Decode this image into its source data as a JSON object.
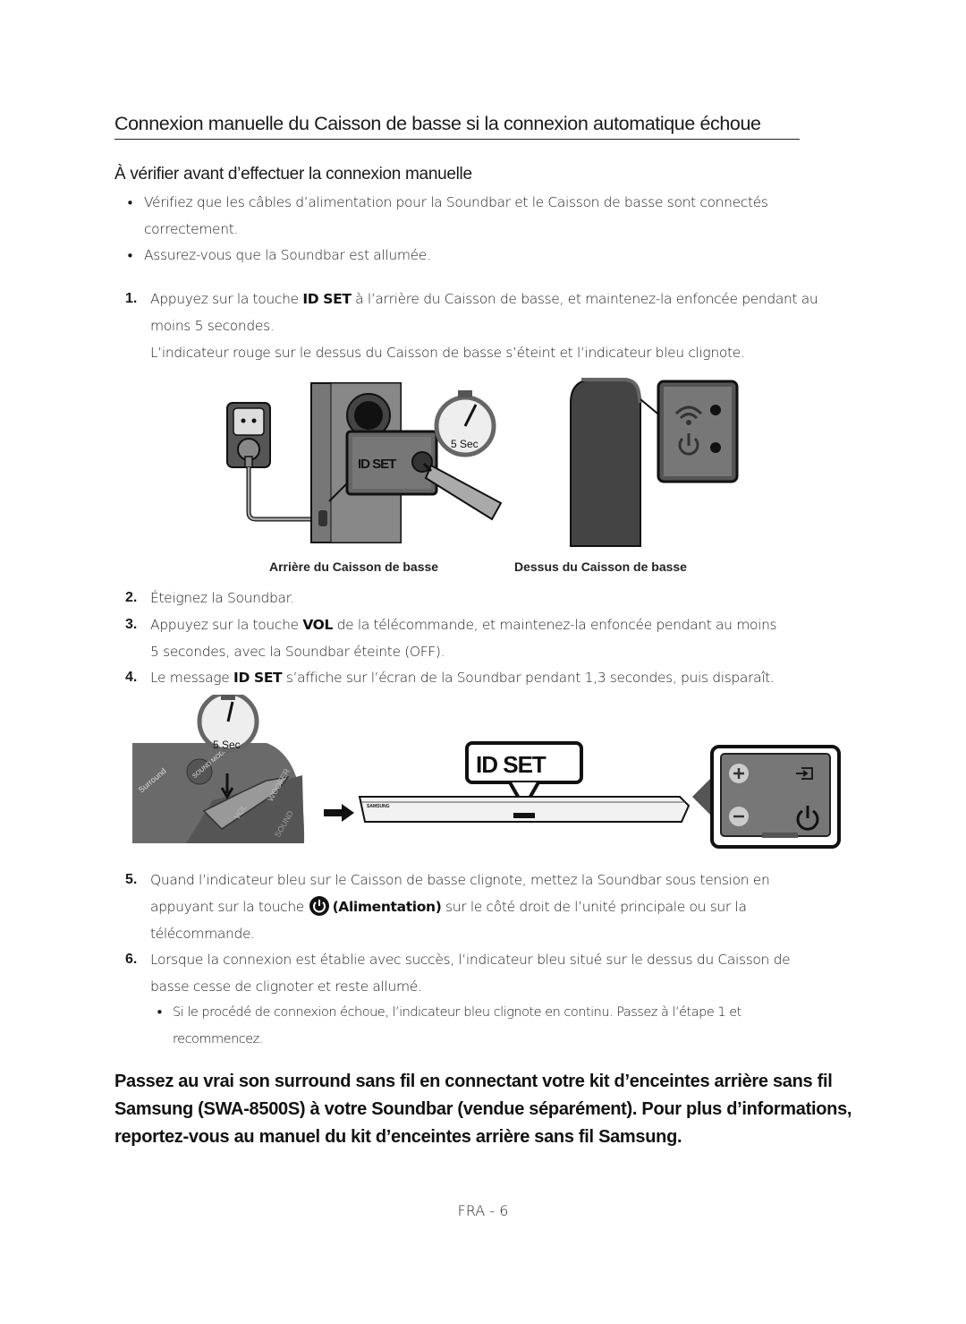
{
  "title": "Connexion manuelle du Caisson de basse si la connexion automatique échoue",
  "subtitle": "À vérifier avant d’effectuer la connexion manuelle",
  "bullets": [
    {
      "line1": "Vérifiez que les câbles d’alimentation pour la Soundbar et le Caisson de basse sont connectés",
      "line2": "correctement."
    },
    {
      "line1": "Assurez-vous que la Soundbar est allumée."
    }
  ],
  "steps": [
    {
      "num": "1.",
      "pre": "Appuyez sur la touche ",
      "bold": "ID SET",
      "post": " à l’arrière du Caisson de basse, et maintenez-la enfoncée pendant au",
      "line2": "moins 5 secondes.",
      "line3": "L’indicateur rouge sur le dessus du Caisson de basse s’éteint et l’indicateur bleu clignote."
    },
    {
      "num": "2.",
      "text": "Éteignez la Soundbar."
    },
    {
      "num": "3.",
      "pre": "Appuyez sur la touche ",
      "bold": "VOL",
      "post": " de la télécommande, et maintenez-la enfoncée pendant au moins",
      "line2": "5 secondes, avec la Soundbar éteinte (OFF)."
    },
    {
      "num": "4.",
      "pre": "Le message ",
      "bold": "ID SET",
      "post": " s’affiche sur l’écran de la Soundbar pendant 1,3 secondes, puis disparaît."
    },
    {
      "num": "5.",
      "line1": "Quand l’indicateur bleu sur le Caisson de basse clignote, mettez la Soundbar sous tension en",
      "pre": "appuyant sur la touche ",
      "bold": "(Alimentation)",
      "post": " sur le côté droit de l’unité principale ou sur la",
      "line3": "télécommande."
    },
    {
      "num": "6.",
      "line1": "Lorsque la connexion est établie avec succès, l’indicateur bleu situé sur le dessus du Caisson de",
      "line2": "basse cesse de clignoter et reste allumé."
    }
  ],
  "note": {
    "line1": "Si le procédé de connexion échoue, l’indicateur bleu clignote en continu. Passez à l’étape 1 et",
    "line2": "recommencez."
  },
  "figure1": {
    "caption_left": "Arrière du Caisson de basse",
    "caption_right": "Dessus du Caisson de basse",
    "timer_label": "5 Sec",
    "button_label": "ID SET"
  },
  "figure2": {
    "timer_label": "5 Sec",
    "display_label": "ID SET",
    "remote_labels": {
      "surround": "Surround",
      "sound_mode": "SOUND MODE",
      "woofer": "WOOFER",
      "vol": "VOL",
      "sound": "SOUND"
    },
    "soundbar_brand": "SAMSUNG"
  },
  "promo": "Passez au vrai son surround sans fil en connectant votre kit d’enceintes arrière sans fil Samsung (SWA-8500S) à votre Soundbar (vendue séparément). Pour plus d’informations, reportez-vous au manuel du kit d’enceintes arrière sans fil Samsung.",
  "footer": "FRA - 6"
}
